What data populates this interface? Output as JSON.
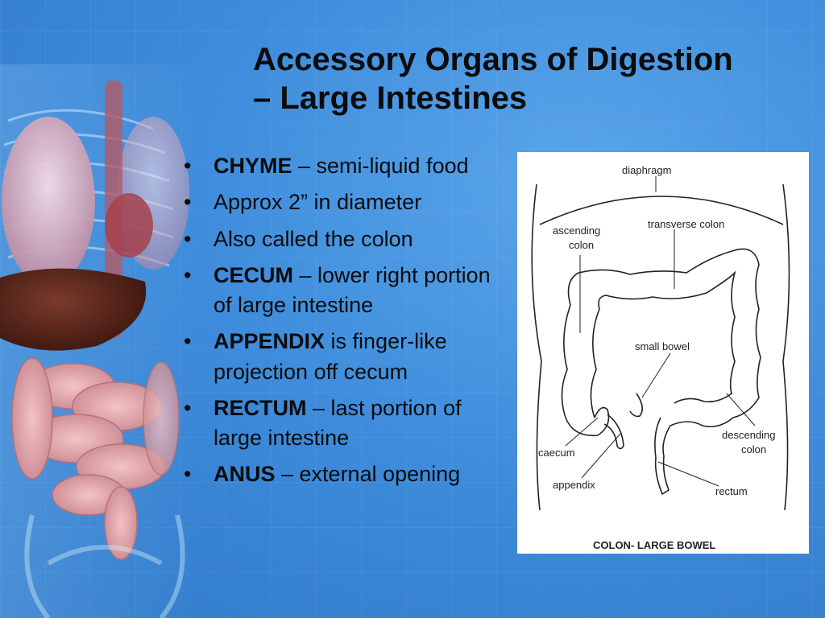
{
  "slide": {
    "title_line1": "Accessory Organs of Digestion",
    "title_line2": "– Large Intestines"
  },
  "bullets": [
    {
      "term": "CHYME",
      "text": " – semi-liquid food"
    },
    {
      "term": "",
      "text": "Approx 2” in diameter"
    },
    {
      "term": "",
      "text": "Also called the colon"
    },
    {
      "term": "CECUM",
      "text": " – lower right portion of large intestine"
    },
    {
      "term": "APPENDIX",
      "text": " is finger-like projection off cecum"
    },
    {
      "term": "RECTUM",
      "text": " – last portion of large intestine"
    },
    {
      "term": "ANUS",
      "text": " – external opening"
    }
  ],
  "diagram": {
    "labels": {
      "diaphragm": "diaphragm",
      "ascending": "ascending",
      "colon1": "colon",
      "transverse": "transverse colon",
      "small_bowel": "small bowel",
      "descending": "descending",
      "colon2": "colon",
      "caecum": "caecum",
      "appendix": "appendix",
      "rectum": "rectum"
    },
    "caption": "COLON- LARGE BOWEL"
  }
}
